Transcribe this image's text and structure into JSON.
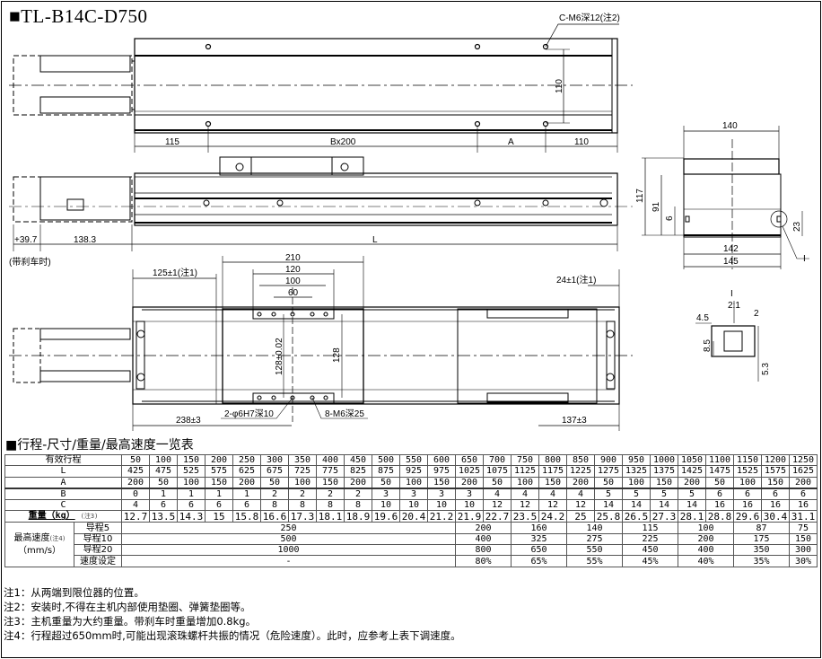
{
  "title": "■TL-B14C-D750",
  "drawing": {
    "top_view": {
      "dim_115": "115",
      "dim_b": "Bx200",
      "dim_a": "A",
      "dim_110": "110",
      "tap_label": "C-M6深12(注2)",
      "dim_110_v": "110"
    },
    "side_view": {
      "dim_397": "+39.7",
      "dim_1383": "138.3",
      "dim_l": "L",
      "brake_note": "(带刹车时)"
    },
    "end_view": {
      "dim_140": "140",
      "dim_117": "117",
      "dim_91": "91",
      "dim_6": "6",
      "dim_142": "142",
      "dim_145": "145",
      "dim_23": "23",
      "detail_mark": "I"
    },
    "bottom_view": {
      "dim_210": "210",
      "dim_120": "120",
      "dim_100": "100",
      "dim_60": "60",
      "dim_125": "125±1(注1)",
      "dim_24": "24±1(注1)",
      "dim_128_tol": "128±0.02",
      "dim_128": "128",
      "pin_label": "2-φ6H7深10",
      "tap_label": "8-M6深25",
      "dim_238": "238±3",
      "dim_137": "137±3"
    },
    "detail": {
      "mark": "I",
      "scale": "2:1",
      "dim_45": "4.5",
      "dim_2": "2",
      "dim_85": "8.5",
      "dim_53": "5.3"
    }
  },
  "table": {
    "heading": "■行程-尺寸/重量/最高速度一览表",
    "stroke_label": "有效行程",
    "strokes": [
      "50",
      "100",
      "150",
      "200",
      "250",
      "300",
      "350",
      "400",
      "450",
      "500",
      "550",
      "600",
      "650",
      "700",
      "750",
      "800",
      "850",
      "900",
      "950",
      "1000",
      "1050",
      "1100",
      "1150",
      "1200",
      "1250"
    ],
    "L_label": "L",
    "L": [
      "425",
      "475",
      "525",
      "575",
      "625",
      "675",
      "725",
      "775",
      "825",
      "875",
      "925",
      "975",
      "1025",
      "1075",
      "1125",
      "1175",
      "1225",
      "1275",
      "1325",
      "1375",
      "1425",
      "1475",
      "1525",
      "1575",
      "1625"
    ],
    "A_label": "A",
    "A": [
      "200",
      "50",
      "100",
      "150",
      "200",
      "50",
      "100",
      "150",
      "200",
      "50",
      "100",
      "150",
      "200",
      "50",
      "100",
      "150",
      "200",
      "50",
      "100",
      "150",
      "200",
      "50",
      "100",
      "150",
      "200"
    ],
    "B_label": "B",
    "B": [
      "0",
      "1",
      "1",
      "1",
      "1",
      "2",
      "2",
      "2",
      "2",
      "3",
      "3",
      "3",
      "3",
      "4",
      "4",
      "4",
      "4",
      "5",
      "5",
      "5",
      "5",
      "6",
      "6",
      "6",
      "6"
    ],
    "C_label": "C",
    "C": [
      "4",
      "6",
      "6",
      "6",
      "6",
      "8",
      "8",
      "8",
      "8",
      "10",
      "10",
      "10",
      "10",
      "12",
      "12",
      "12",
      "12",
      "14",
      "14",
      "14",
      "14",
      "16",
      "16",
      "16",
      "16"
    ],
    "weight_label": "重量（kg）",
    "weight_note": "(注3)",
    "weight": [
      "12.7",
      "13.5",
      "14.3",
      "15",
      "15.8",
      "16.6",
      "17.3",
      "18.1",
      "18.9",
      "19.6",
      "20.4",
      "21.2",
      "21.9",
      "22.7",
      "23.5",
      "24.2",
      "25",
      "25.8",
      "26.5",
      "27.3",
      "28.1",
      "28.8",
      "29.6",
      "30.4",
      "31.1"
    ],
    "speed_label": "最高速度",
    "speed_note": "(注4)",
    "speed_unit": "（mm/s）",
    "speed_rows": [
      {
        "label": "导程5",
        "cells": [
          {
            "v": "250",
            "span": 12
          },
          {
            "v": "200",
            "span": 2
          },
          {
            "v": "160",
            "span": 2
          },
          {
            "v": "140",
            "span": 2
          },
          {
            "v": "115",
            "span": 2
          },
          {
            "v": "100",
            "span": 2
          },
          {
            "v": "87",
            "span": 2
          },
          {
            "v": "75",
            "span": 1
          }
        ]
      },
      {
        "label": "导程10",
        "cells": [
          {
            "v": "500",
            "span": 12
          },
          {
            "v": "400",
            "span": 2
          },
          {
            "v": "325",
            "span": 2
          },
          {
            "v": "275",
            "span": 2
          },
          {
            "v": "225",
            "span": 2
          },
          {
            "v": "200",
            "span": 2
          },
          {
            "v": "175",
            "span": 2
          },
          {
            "v": "150",
            "span": 1
          }
        ]
      },
      {
        "label": "导程20",
        "cells": [
          {
            "v": "1000",
            "span": 12
          },
          {
            "v": "800",
            "span": 2
          },
          {
            "v": "650",
            "span": 2
          },
          {
            "v": "550",
            "span": 2
          },
          {
            "v": "450",
            "span": 2
          },
          {
            "v": "400",
            "span": 2
          },
          {
            "v": "350",
            "span": 2
          },
          {
            "v": "300",
            "span": 1
          }
        ]
      },
      {
        "label": "速度设定",
        "cells": [
          {
            "v": "-",
            "span": 12
          },
          {
            "v": "80%",
            "span": 2
          },
          {
            "v": "65%",
            "span": 2
          },
          {
            "v": "55%",
            "span": 2
          },
          {
            "v": "45%",
            "span": 2
          },
          {
            "v": "40%",
            "span": 2
          },
          {
            "v": "35%",
            "span": 2
          },
          {
            "v": "30%",
            "span": 1
          }
        ]
      }
    ]
  },
  "notes": [
    "注1：从两端到限位器的位置。",
    "注2：安装时,不得在主机内部使用垫圈、弹簧垫圈等。",
    "注3：主机重量为大约重量。带刹车时重量增加0.8kg。",
    "注4：行程超过650mm时,可能出现滚珠螺杆共振的情况（危险速度）。此时，应参考上表下调速度。"
  ]
}
